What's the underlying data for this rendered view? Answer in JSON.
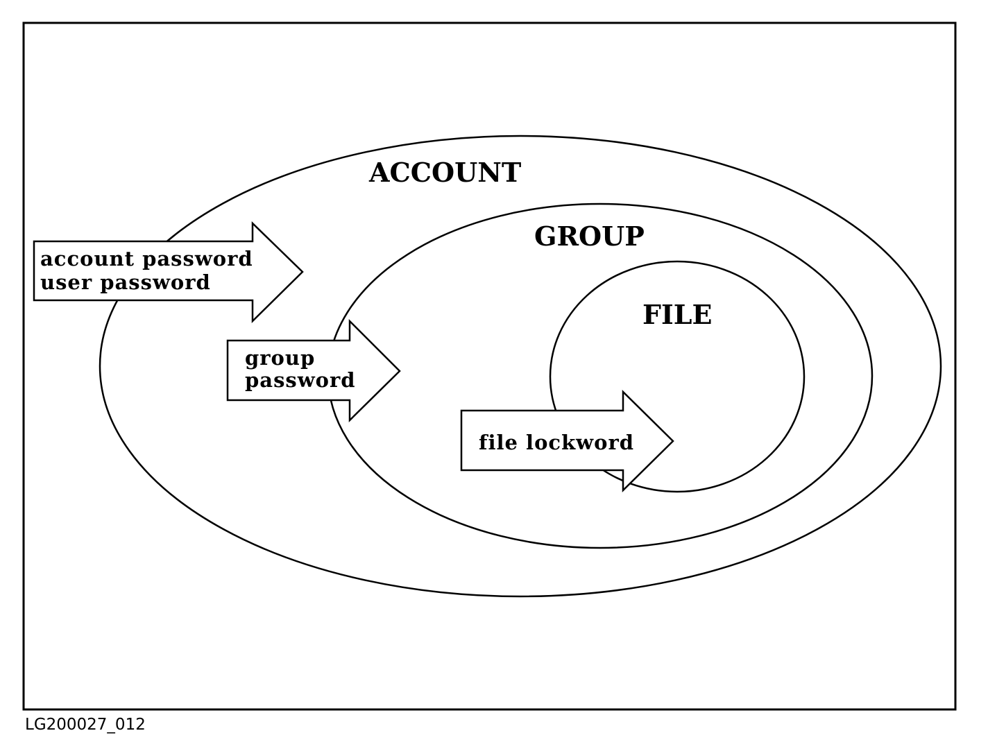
{
  "diagram": {
    "regions": {
      "account": "ACCOUNT",
      "group": "GROUP",
      "file": "FILE"
    },
    "arrows": {
      "account": {
        "line1": "account password",
        "line2": "user password"
      },
      "group": {
        "line1": "group",
        "line2": "password"
      },
      "file": {
        "line1": "file lockword"
      }
    },
    "figure_id": "LG200027_012"
  }
}
